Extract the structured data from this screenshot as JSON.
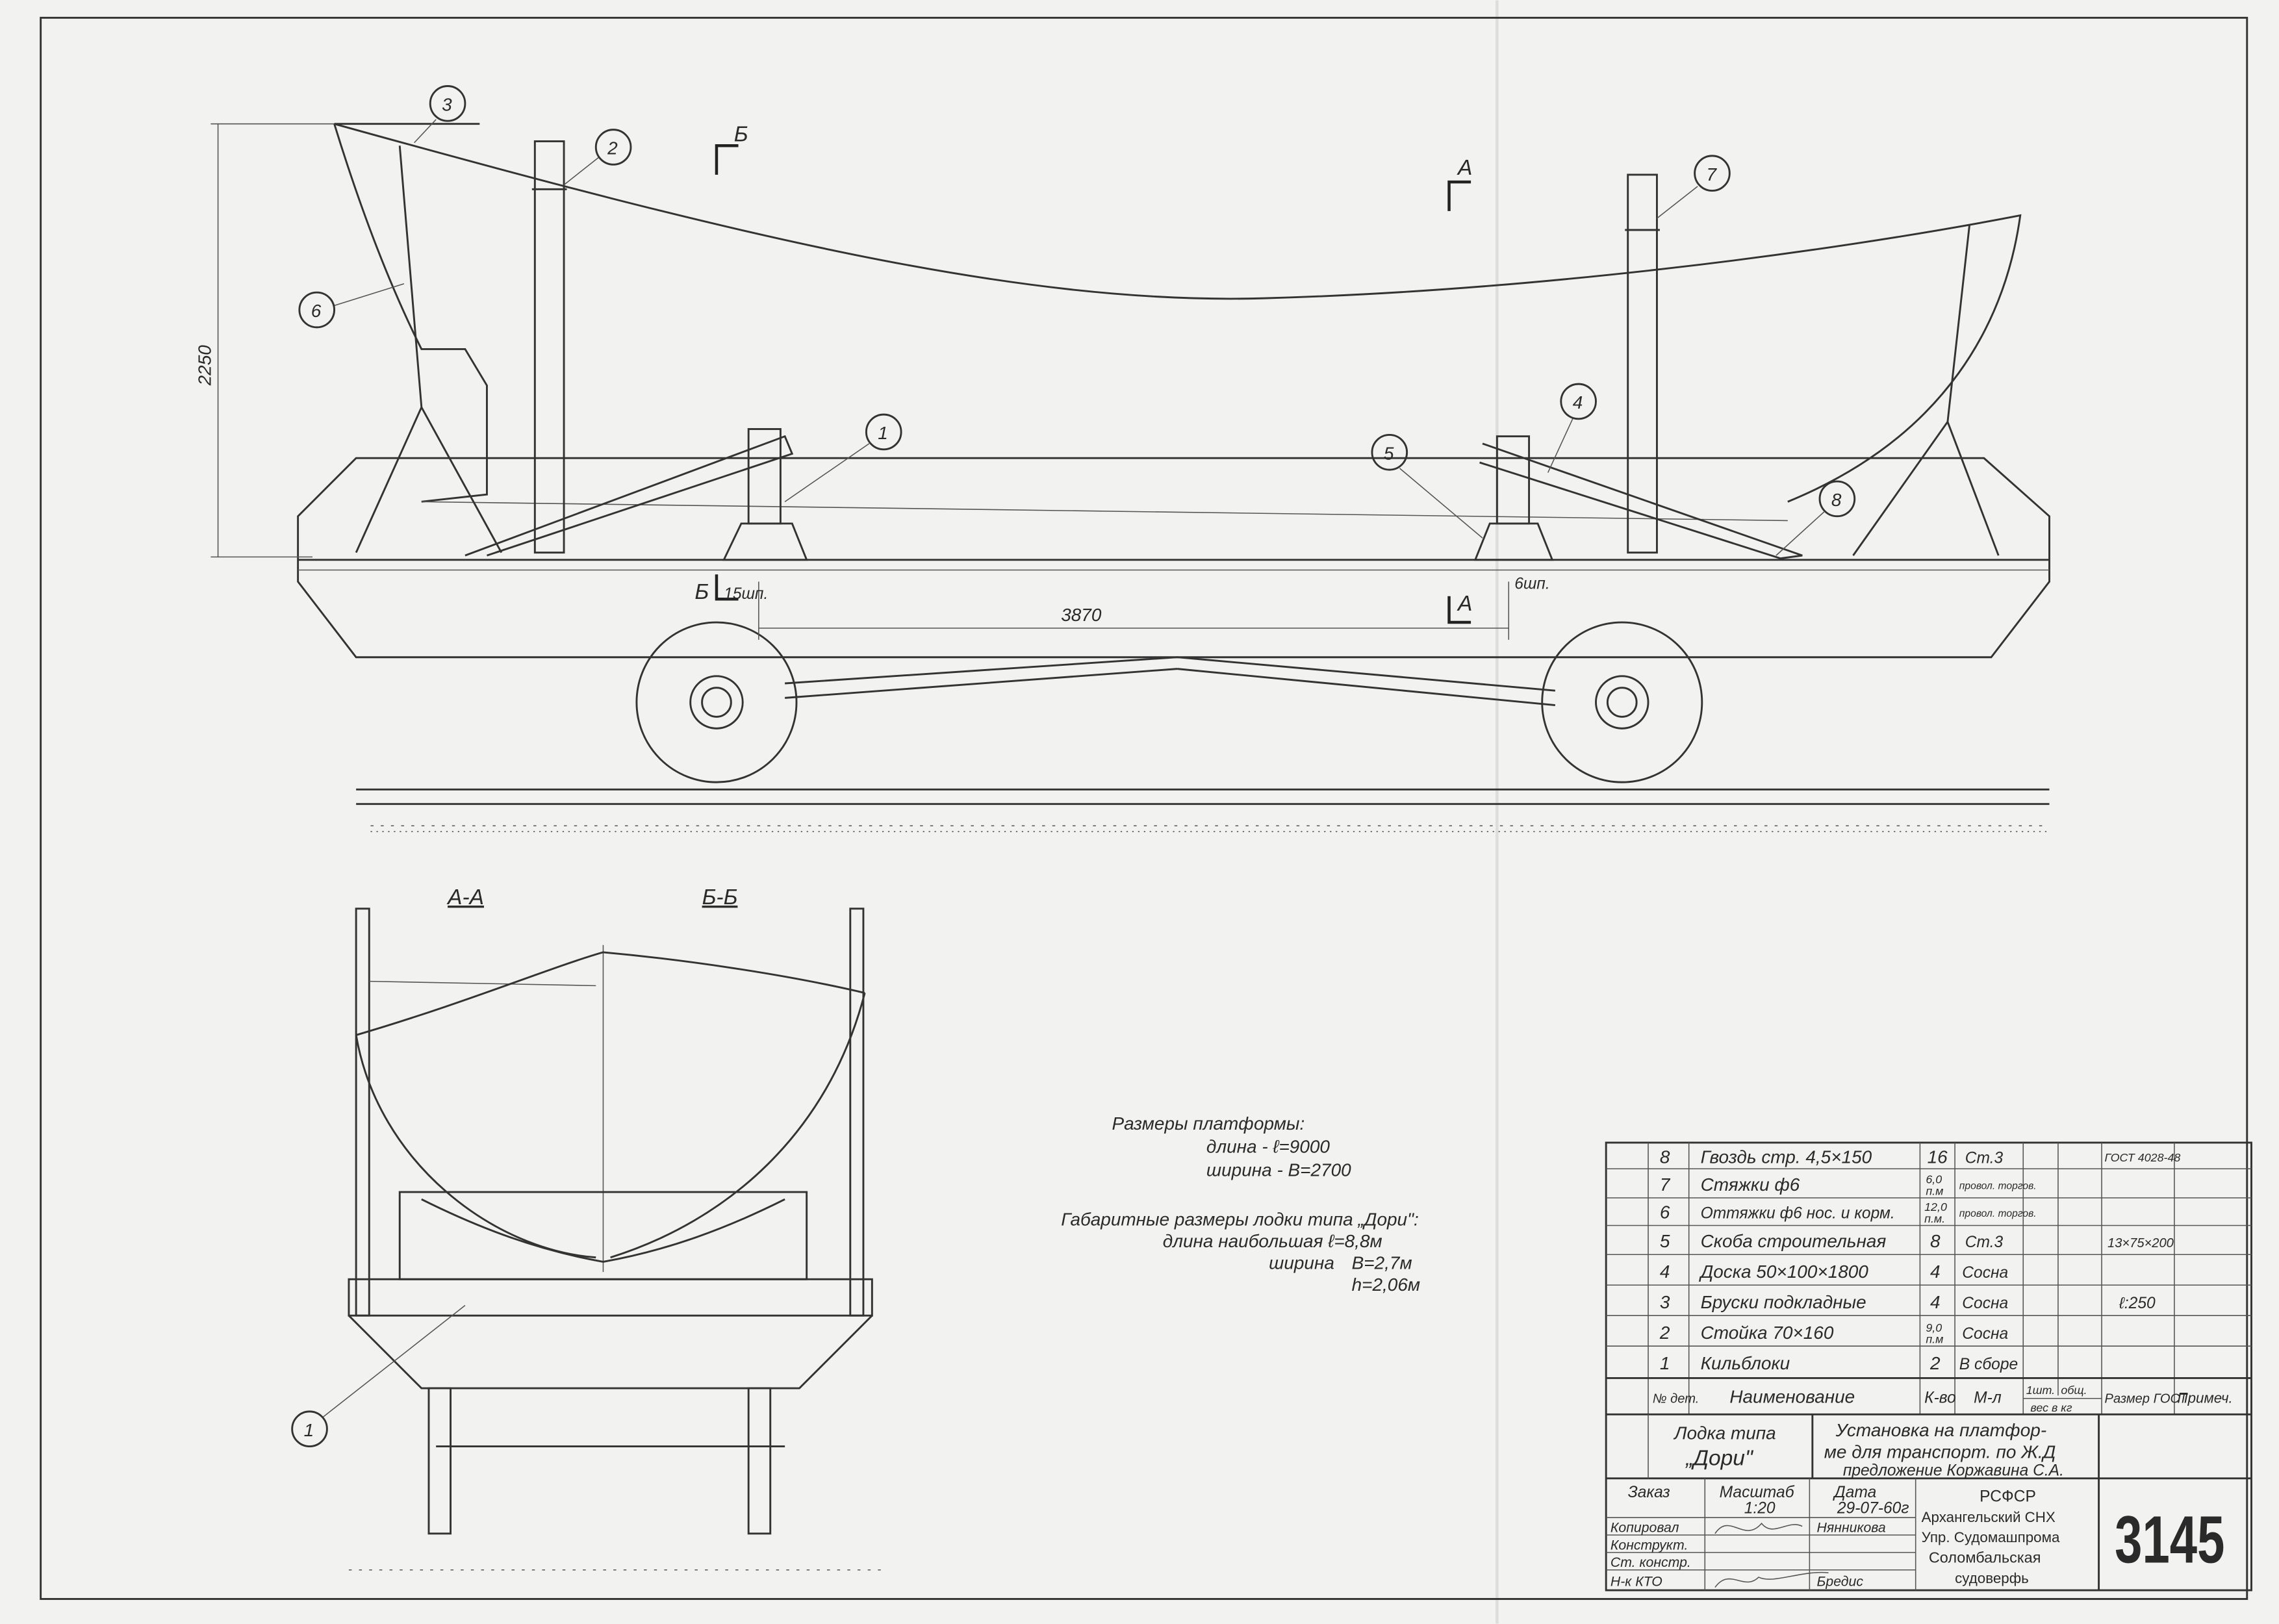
{
  "side_view": {
    "callouts": [
      "1",
      "2",
      "3",
      "4",
      "5",
      "6",
      "7",
      "8"
    ],
    "section_mark_b": "Б",
    "section_mark_a": "А",
    "dim_height": "2250",
    "dim_length": "3870",
    "sleepers_left": "15шп.",
    "sleepers_right": "6шп."
  },
  "section_view": {
    "label_aa": "А-А",
    "label_bb": "Б-Б",
    "callout": "1"
  },
  "notes": {
    "platform_title": "Размеры платформы:",
    "platform_length": "длина - ℓ=9000",
    "platform_width": "ширина - В=2700",
    "boat_title": "Габаритные размеры лодки типа „Дори\":",
    "boat_length": "длина наибольшая ℓ=8,8м",
    "boat_width_label": "ширина",
    "boat_width": "В=2,7м",
    "boat_height": "h=2,06м"
  },
  "parts_table": {
    "rows": [
      {
        "no": "8",
        "name": "Гвоздь стр. 4,5×150",
        "qty": "16",
        "qty_unit": "",
        "material": "Ст.3",
        "size": "ГОСТ 4028-48"
      },
      {
        "no": "7",
        "name": "Стяжки ф6",
        "qty": "6,0",
        "qty_unit": "п.м",
        "material": "провол. торгов.",
        "size": ""
      },
      {
        "no": "6",
        "name": "Оттяжки ф6 нос. и корм.",
        "qty": "12,0",
        "qty_unit": "п.м.",
        "material": "провол. торгов.",
        "size": ""
      },
      {
        "no": "5",
        "name": "Скоба строительная",
        "qty": "8",
        "qty_unit": "",
        "material": "Ст.3",
        "size": "13×75×200"
      },
      {
        "no": "4",
        "name": "Доска 50×100×1800",
        "qty": "4",
        "qty_unit": "",
        "material": "Сосна",
        "size": ""
      },
      {
        "no": "3",
        "name": "Бруски подкладные",
        "qty": "4",
        "qty_unit": "",
        "material": "Сосна",
        "size": "ℓ:250"
      },
      {
        "no": "2",
        "name": "Стойка 70×160",
        "qty": "9,0",
        "qty_unit": "п.м",
        "material": "Сосна",
        "size": ""
      },
      {
        "no": "1",
        "name": "Кильблоки",
        "qty": "2",
        "qty_unit": "",
        "material": "В сборе",
        "size": ""
      }
    ],
    "header": {
      "no": "№ дет.",
      "name": "Наименование",
      "qty": "К-во",
      "material": "М-л",
      "weight_one": "1шт.",
      "weight_total": "общ.",
      "weight": "вес в кг",
      "size": "Размер ГОСТ",
      "note": "Примеч."
    }
  },
  "title_block": {
    "object_line1": "Лодка типа",
    "object_line2": "„Дори\"",
    "title_line1": "Установка на платфор-",
    "title_line2": "ме для транспорт. по Ж.Д",
    "title_line3": "предложение Коржавина С.А.",
    "order_label": "Заказ",
    "scale_label": "Масштаб",
    "scale": "1:20",
    "date_label": "Дата",
    "date": "29-07-60г",
    "roles": [
      "Копировал",
      "Конструкт.",
      "Ст. констр.",
      "Н-к КТО"
    ],
    "names": [
      "Нянникова",
      "",
      "",
      "Бредис"
    ],
    "org_line1": "РСФСР",
    "org_line2": "Архангельский СНХ",
    "org_line3": "Упр. Судомашпрома",
    "org_line4": "Соломбальская",
    "org_line5": "судоверфь",
    "drawing_number": "3145"
  }
}
